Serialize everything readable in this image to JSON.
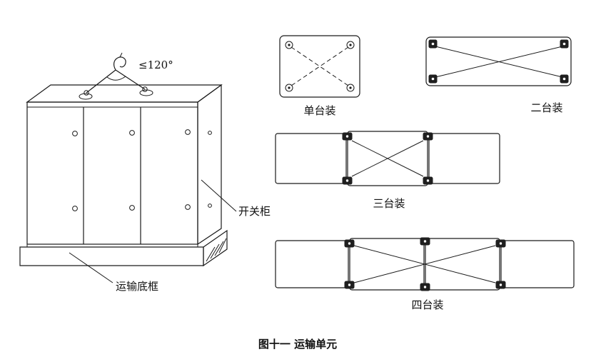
{
  "figure": {
    "caption": "图十一 运输单元"
  },
  "cabinet": {
    "angle_label": "≤120°",
    "switchgear_label": "开关柜",
    "base_frame_label": "运输底框"
  },
  "transport_units": {
    "single": {
      "label": "单台装"
    },
    "double": {
      "label": "二台装"
    },
    "triple": {
      "label": "三台装"
    },
    "quad": {
      "label": "四台装"
    }
  }
}
